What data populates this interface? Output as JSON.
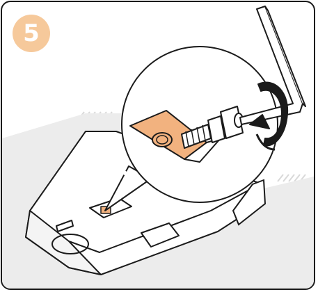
{
  "step": {
    "number": "5"
  },
  "colors": {
    "badge": "#f6c99b",
    "accent": "#f2b27f",
    "ink": "#1b1b1b",
    "floor": "#d9d9d9",
    "paper": "#ffffff"
  },
  "icons": {
    "badge": "step-number-badge",
    "arrow": "rotate-clockwise-arrow",
    "key": "hex-key",
    "screw": "hex-socket-screw"
  }
}
